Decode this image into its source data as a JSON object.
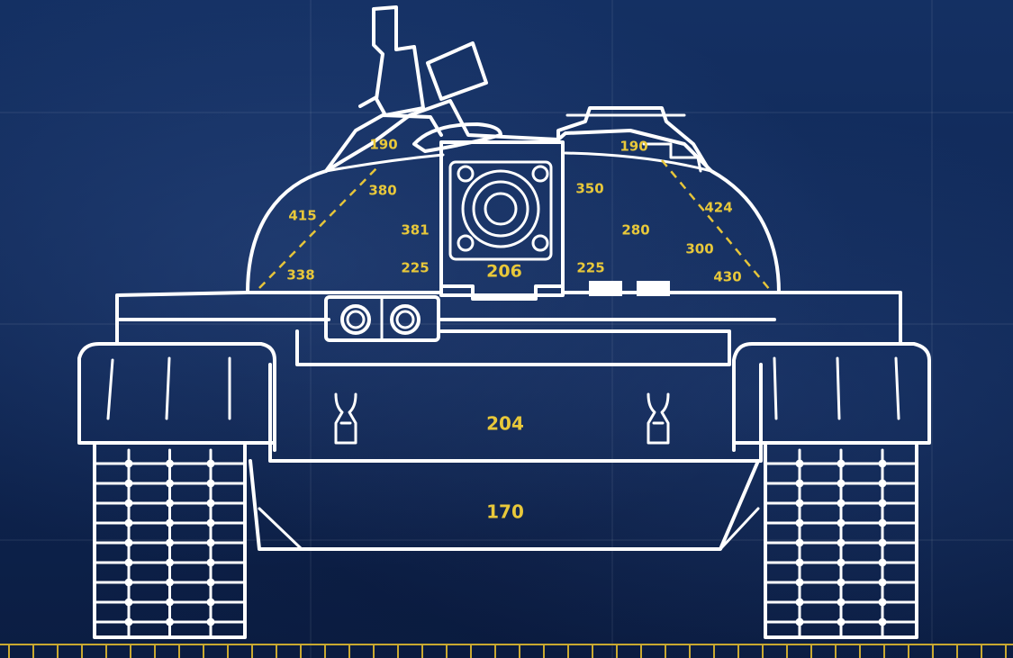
{
  "armor_values": {
    "cupola_left": "190",
    "cupola_right": "190",
    "turret_left_upper": "380",
    "turret_left_outer": "415",
    "turret_left_mid": "381",
    "turret_left_low": "225",
    "turret_left_corner": "338",
    "mantlet": "206",
    "turret_right_upper": "350",
    "turret_right_mid": "280",
    "turret_right_low": "225",
    "turret_right_outer": "424",
    "turret_right_side": "300",
    "turret_right_corner": "430",
    "upper_plate": "204",
    "lower_plate": "170"
  },
  "colors": {
    "background": "#0f2450",
    "outline": "#ffffff",
    "label": "#e8c83a",
    "dash": "#e6c53a"
  }
}
